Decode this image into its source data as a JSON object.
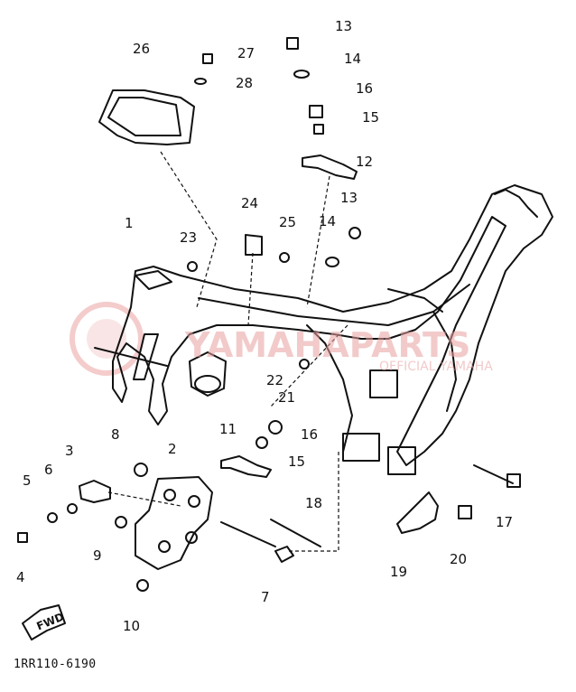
{
  "diagram": {
    "part_code": "1RR110-6190",
    "watermark": {
      "main_text": "YAMAHAPARTS",
      "sub_text": "OFFICIAL YAMAHA",
      "color": "#e07070"
    },
    "forward_arrow_label": "FWD",
    "callouts": [
      "1",
      "2",
      "3",
      "4",
      "5",
      "6",
      "7",
      "8",
      "9",
      "10",
      "11",
      "12",
      "13",
      "14",
      "15",
      "16",
      "17",
      "18",
      "19",
      "20",
      "21",
      "22",
      "23",
      "24",
      "25",
      "26",
      "27",
      "28",
      "13",
      "14",
      "15",
      "16"
    ]
  }
}
